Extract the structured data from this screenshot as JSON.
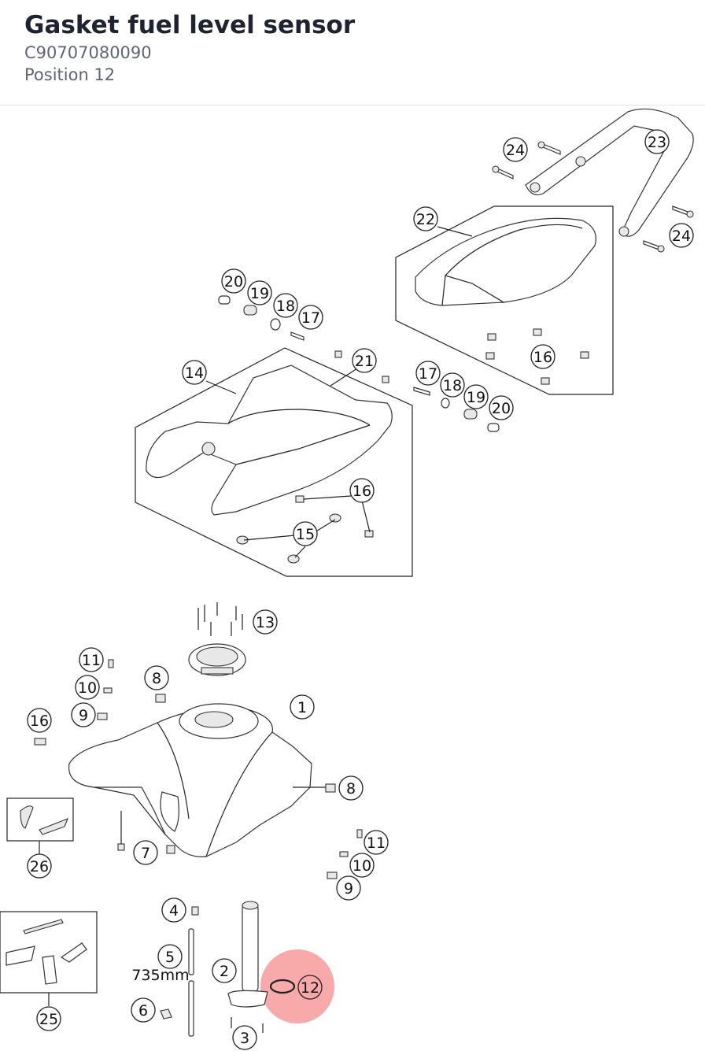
{
  "header": {
    "title": "Gasket fuel level sensor",
    "part_number": "C90707080090",
    "position": "Position 12"
  },
  "highlight": {
    "callout": "12",
    "color": "#f8a9a9"
  },
  "callouts": {
    "c24a": "24",
    "c23": "23",
    "c22": "22",
    "c24b": "24",
    "c20a": "20",
    "c19a": "19",
    "c18a": "18",
    "c17a": "17",
    "c14": "14",
    "c21": "21",
    "c16a": "16",
    "c17b": "17",
    "c18b": "18",
    "c19b": "19",
    "c20b": "20",
    "c16b": "16",
    "c15": "15",
    "c13": "13",
    "c11a": "11",
    "c10a": "10",
    "c9a": "9",
    "c8a": "8",
    "c1": "1",
    "c16c": "16",
    "c8b": "8",
    "c26": "26",
    "c7": "7",
    "c11b": "11",
    "c10b": "10",
    "c9b": "9",
    "c4": "4",
    "c5": "5",
    "c2": "2",
    "c12": "12",
    "c6": "6",
    "c3": "3",
    "c25": "25"
  },
  "annotations": {
    "length": "735mm"
  }
}
